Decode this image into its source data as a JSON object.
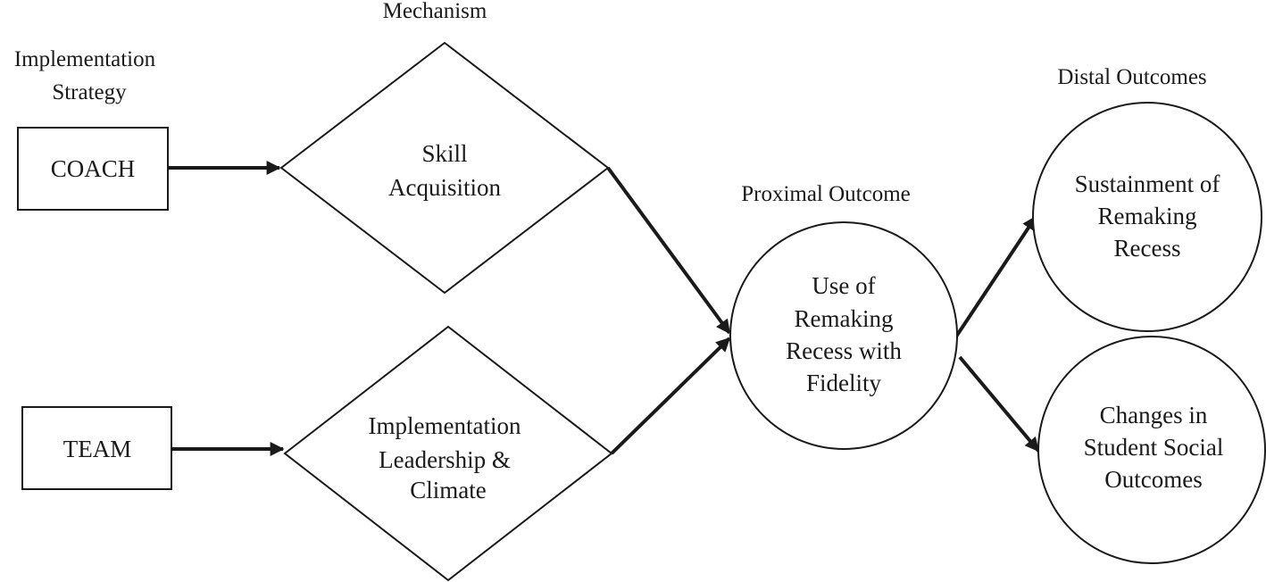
{
  "headings": {
    "strategy": [
      "Implementation",
      "Strategy"
    ],
    "mechanism": "Mechanism",
    "proximal": "Proximal Outcome",
    "distal": "Distal Outcomes"
  },
  "nodes": {
    "coach": {
      "lines": [
        "COACH"
      ]
    },
    "team": {
      "lines": [
        "TEAM"
      ]
    },
    "skill": {
      "lines": [
        "Skill",
        "Acquisition"
      ]
    },
    "leadership": {
      "lines": [
        "Implementation",
        "Leadership &",
        "Climate"
      ]
    },
    "use": {
      "lines": [
        "Use of",
        "Remaking",
        "Recess with",
        "Fidelity"
      ]
    },
    "sustain": {
      "lines": [
        "Sustainment of",
        "Remaking",
        "Recess"
      ]
    },
    "changes": {
      "lines": [
        "Changes in",
        "Student Social",
        "Outcomes"
      ]
    }
  },
  "edges": [
    {
      "from": "coach",
      "to": "skill"
    },
    {
      "from": "team",
      "to": "leadership"
    },
    {
      "from": "skill",
      "to": "use"
    },
    {
      "from": "leadership",
      "to": "use"
    },
    {
      "from": "use",
      "to": "sustain"
    },
    {
      "from": "use",
      "to": "changes"
    }
  ]
}
